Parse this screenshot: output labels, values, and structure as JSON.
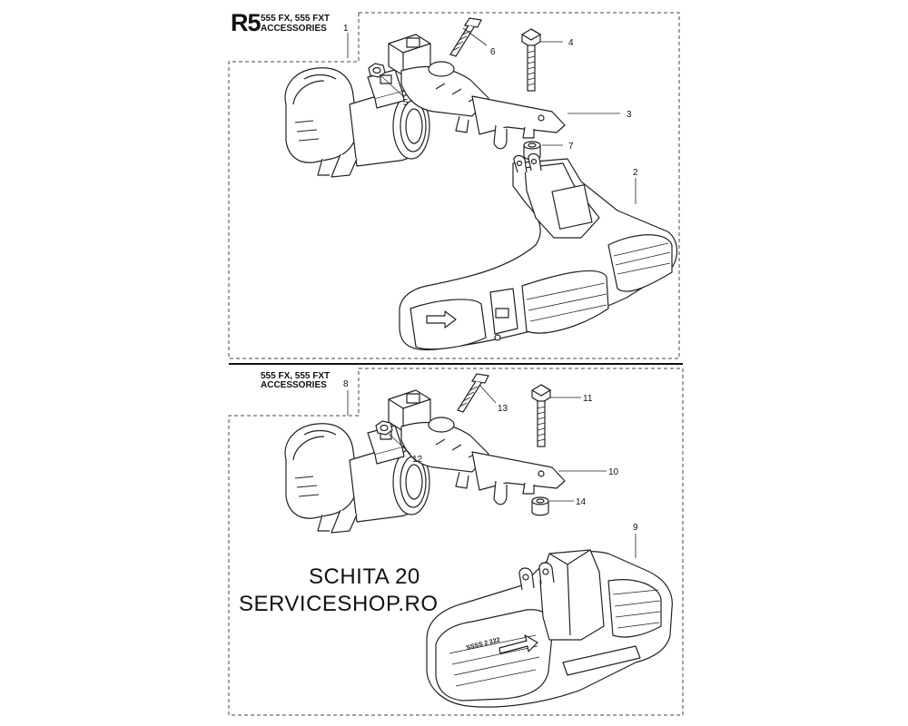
{
  "header": {
    "code": "R5",
    "models": "555 FX, 555 FXT",
    "category": "ACCESSORIES"
  },
  "section2_header": {
    "models": "555 FX, 555 FXT",
    "category": "ACCESSORIES"
  },
  "callouts": {
    "c1": "1",
    "c2": "2",
    "c3": "3",
    "c4": "4",
    "c5": "5",
    "c6": "6",
    "c7": "7",
    "c8": "8",
    "c9": "9",
    "c10": "10",
    "c11": "11",
    "c12": "12",
    "c13": "13",
    "c14": "14"
  },
  "watermark": {
    "line1": "SCHITA 20",
    "line2": "SERVICESHOP.RO"
  },
  "guard_label": "SSSS 2 222"
}
